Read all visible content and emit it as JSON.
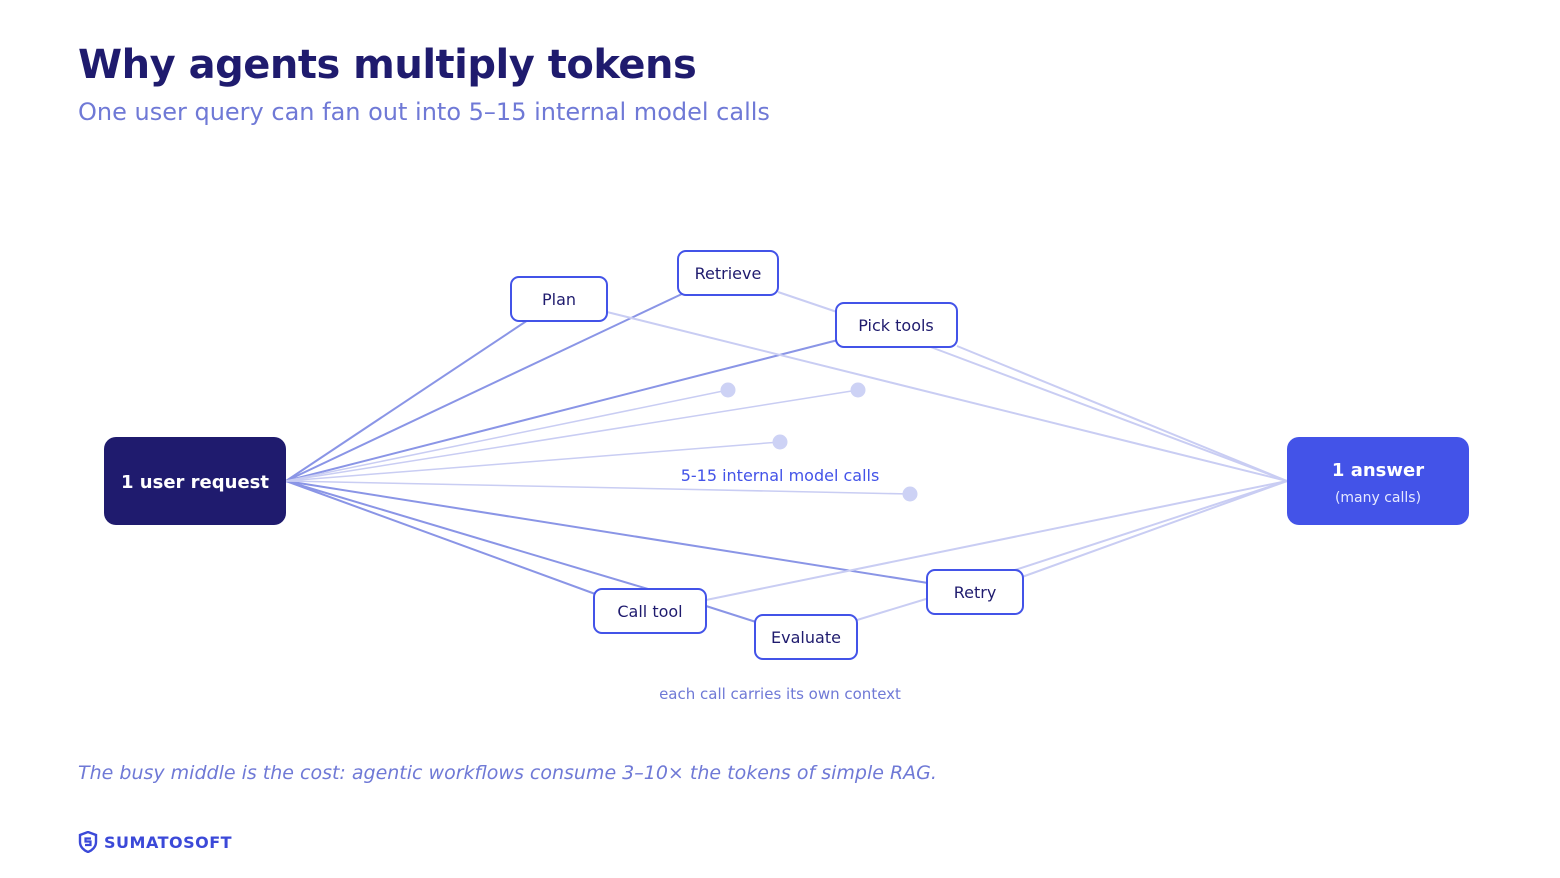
{
  "header": {
    "title": "Why agents multiply tokens",
    "subtitle": "One user query can fan out into 5–15 internal model calls"
  },
  "diagram": {
    "source": {
      "label": "1 user request"
    },
    "target": {
      "label": "1 answer",
      "sublabel": "(many calls)"
    },
    "steps": [
      "Plan",
      "Retrieve",
      "Pick tools",
      "Call tool",
      "Evaluate",
      "Retry"
    ],
    "center_label": "5-15 internal model calls",
    "bottom_label": "each call carries its own context"
  },
  "footnote": "The busy middle is the cost: agentic workflows consume 3–10× the tokens of simple RAG.",
  "brand": {
    "name": "SUMATOSOFT"
  },
  "colors": {
    "navy": "#1f1b6e",
    "blue": "#4353e8",
    "line_strong": "#8a95e6",
    "line_light": "#c9cdf3",
    "dot": "#cdd2f5",
    "muted_text": "#6f79d6"
  }
}
